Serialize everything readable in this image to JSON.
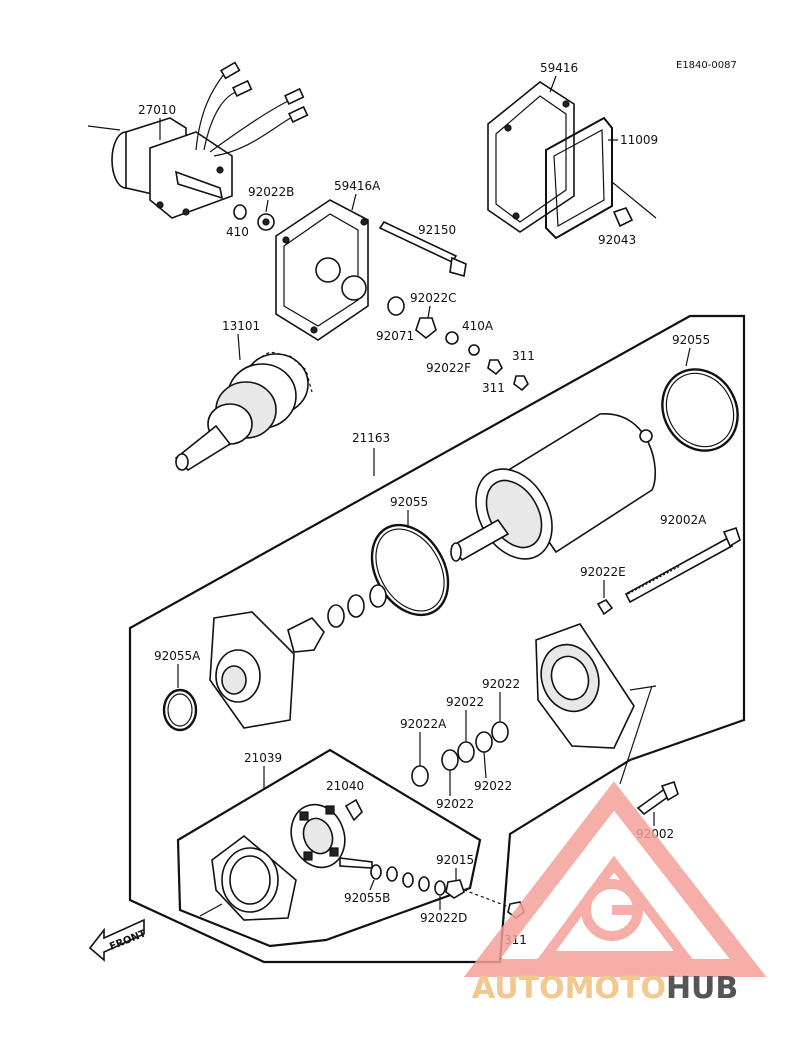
{
  "ref_code": "E1840-0087",
  "part_numbers": {
    "p27010": "27010",
    "p410": "410",
    "p92022B": "92022B",
    "p59416A": "59416A",
    "p59416": "59416",
    "p11009": "11009",
    "p92043": "92043",
    "p92150": "92150",
    "p92022C": "92022C",
    "p92071": "92071",
    "p410A": "410A",
    "p92022F": "92022F",
    "p311a": "311",
    "p311b": "311",
    "p13101": "13101",
    "p92055top": "92055",
    "p21163": "21163",
    "p92055mid": "92055",
    "p92002A": "92002A",
    "p92022E": "92022E",
    "p92055A": "92055A",
    "p92022a": "92022",
    "p92022b": "92022",
    "p92022A": "92022A",
    "p92022c": "92022",
    "p92022d": "92022",
    "p21039": "21039",
    "p21040": "21040",
    "p92055B": "92055B",
    "p92015": "92015",
    "p92022D": "92022D",
    "p311c": "311",
    "p92002": "92002"
  },
  "front_label": "FRONT",
  "watermark": {
    "text_part1": "AUTOMOTO",
    "text_part2": "HUB",
    "color_primary": "#f4a09a",
    "color_accent": "#f0c890",
    "color_dark": "#555555"
  }
}
